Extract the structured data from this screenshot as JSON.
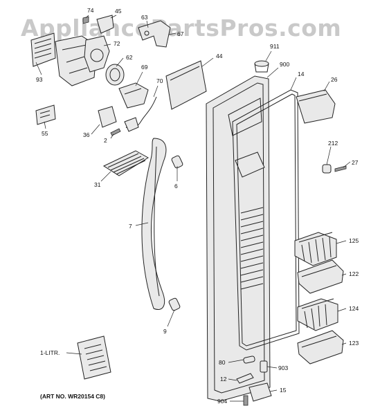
{
  "watermark": "AppliancePartsPros.com",
  "art_number": "(ART NO. WR20154 C8)",
  "callouts": {
    "c74": "74",
    "c45": "45",
    "c63": "63",
    "c67": "67",
    "c93": "93",
    "c72": "72",
    "c62": "62",
    "c69": "69",
    "c70": "70",
    "c44": "44",
    "c911": "911",
    "c900": "900",
    "c14": "14",
    "c26": "26",
    "c55": "55",
    "c36": "36",
    "c2": "2",
    "c31": "31",
    "c6": "6",
    "c212": "212",
    "c27": "27",
    "c7": "7",
    "c125": "125",
    "c122": "122",
    "c124": "124",
    "c9": "9",
    "c123": "123",
    "c1litr": "1-LITR.",
    "c80": "80",
    "c903": "903",
    "c12": "12",
    "c15": "15",
    "c904": "904"
  }
}
